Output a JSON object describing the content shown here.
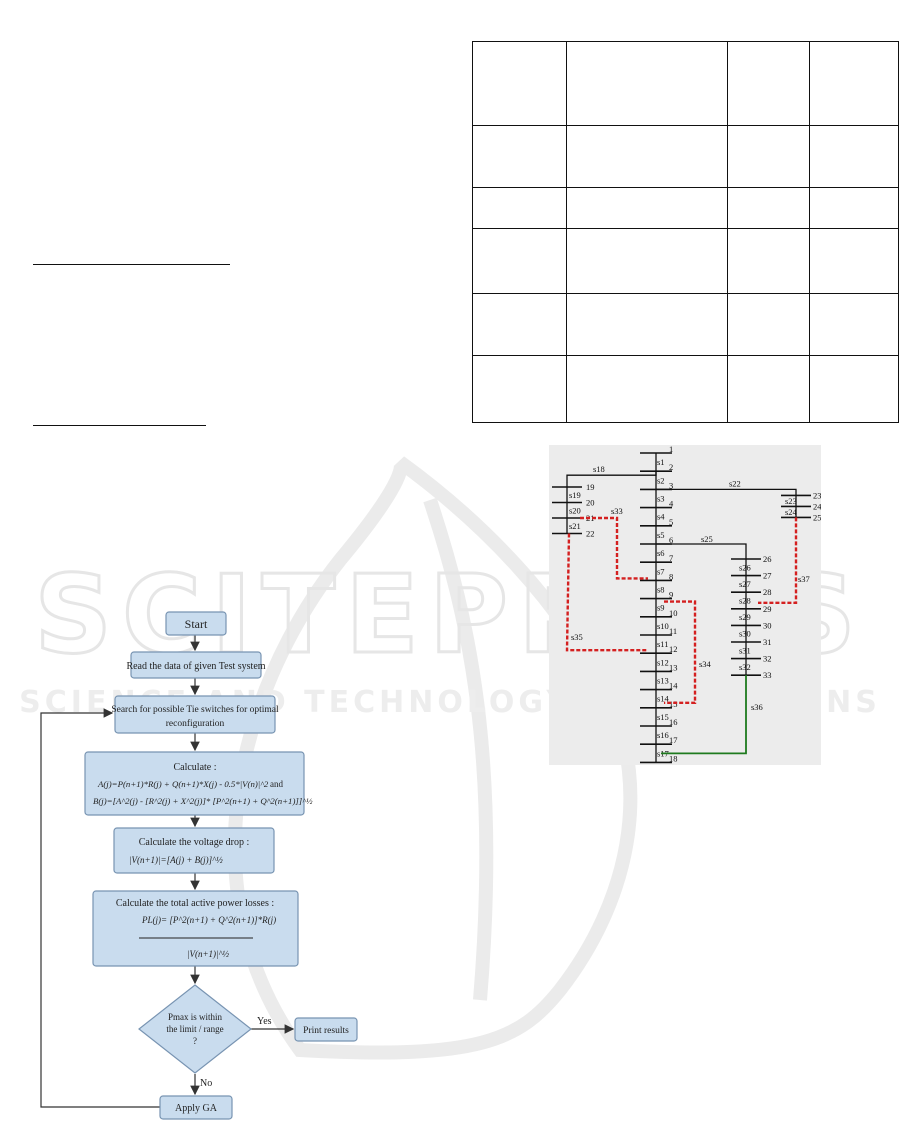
{
  "watermark": {
    "line1": "SCITEPRESS",
    "line2": "SCIENCE AND TECHNOLOGY PUBLICATIONS"
  },
  "flowchart": {
    "start": "Start",
    "read_data": "Read the data of given Test system",
    "search_line1": "Search for possible Tie switches for optimal",
    "search_line2": "reconfiguration",
    "calc_title": "Calculate :",
    "calc_eq1": "A(j)=P(n+1)*R(j) + Q(n+1)*X(j) - 0.5*|V(n)|^2",
    "calc_and": "and",
    "calc_eq2": "B(j)=[A^2(j) - [R^2(j) + X^2(j)]* [P^2(n+1) + Q^2(n+1)]]^½",
    "vdrop_title": "Calculate the voltage drop :",
    "vdrop_eq": "|V(n+1)|=[A(j) + B(j)]^½",
    "loss_title": "Calculate the total active power losses :",
    "loss_numerator": "PL(j)=  [P^2(n+1) + Q^2(n+1)]*R(j)",
    "loss_denominator": "|V(n+1)|^½",
    "decision_line1": "Pmax is within",
    "decision_line2": "the limit / range",
    "decision_line3": "?",
    "yes": "Yes",
    "no": "No",
    "print_results": "Print results",
    "apply_ga": "Apply GA"
  },
  "network": {
    "main_buses": [
      "1",
      "2",
      "3",
      "4",
      "5",
      "6",
      "7",
      "8",
      "9",
      "10",
      "11",
      "12",
      "13",
      "14",
      "15",
      "16",
      "17",
      "18"
    ],
    "main_switches": [
      "s1",
      "s2",
      "s3",
      "s4",
      "s5",
      "s6",
      "s7",
      "s8",
      "s9",
      "s10",
      "s11",
      "s12",
      "s13",
      "s14",
      "s15",
      "s16",
      "s17"
    ],
    "branch19_buses": [
      "19",
      "20",
      "21",
      "22"
    ],
    "branch19_switches": [
      "s18",
      "s19",
      "s20",
      "s21"
    ],
    "branch23_buses": [
      "23",
      "24",
      "25"
    ],
    "branch23_switches": [
      "s22",
      "s23",
      "s24"
    ],
    "branch26_buses": [
      "26",
      "27",
      "28",
      "29",
      "30",
      "31",
      "32",
      "33"
    ],
    "branch26_switches": [
      "s25",
      "s26",
      "s27",
      "s28",
      "s29",
      "s30",
      "s31",
      "s32"
    ],
    "tie_switches": [
      "s33",
      "s34",
      "s35",
      "s36",
      "s37"
    ],
    "colors": {
      "tie_open": "#d42020",
      "tie_closed": "#1e7a1e",
      "feeder": "#111111"
    }
  }
}
